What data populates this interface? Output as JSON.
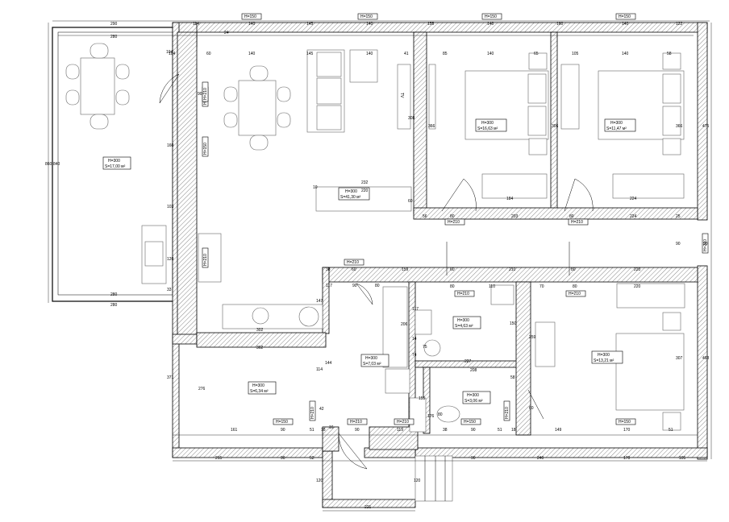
{
  "top_dims": {
    "outer": [
      "290",
      "114",
      "140",
      "145",
      "140",
      "155",
      "140",
      "160",
      "140",
      "122"
    ],
    "inner": [
      "280",
      "104",
      "60",
      "140",
      "145",
      "140",
      "41",
      "85",
      "140",
      "65",
      "105",
      "140",
      "58"
    ]
  },
  "window_tags": [
    "H=150",
    "H=150",
    "H=150",
    "H=150",
    "H=150",
    "H=150",
    "H=150",
    "H=150",
    "H=150"
  ],
  "door_tags": [
    "H=210",
    "H=210",
    "H=210",
    "H=210",
    "H=210",
    "H=210",
    "H=210",
    "H=210",
    "H=210",
    "H=210",
    "H=210",
    "H=210"
  ],
  "rooms": [
    {
      "h": "H=300",
      "s": "S=17,00 м²"
    },
    {
      "h": "H=300",
      "s": "S=41,30 м²"
    },
    {
      "h": "H=300",
      "s": "S=16,63 м²"
    },
    {
      "h": "H=300",
      "s": "S=11,47 м²"
    },
    {
      "h": "H=300",
      "s": "S=7,03 м²"
    },
    {
      "h": "H=300",
      "s": "S=4,63 м²"
    },
    {
      "h": "H=300",
      "s": "S=3,06 м²"
    },
    {
      "h": "H=300",
      "s": "S=6,34 м²"
    },
    {
      "h": "H=300",
      "s": "S=13,21 м²"
    }
  ],
  "left_dims": [
    "860",
    "840",
    "104",
    "90",
    "160",
    "103",
    "120",
    "33",
    "280",
    "280",
    "371",
    "276",
    "114",
    "144",
    "147"
  ],
  "right_dims": [
    "475",
    "366",
    "366",
    "468",
    "307",
    "90",
    "90"
  ],
  "mid_dims": [
    "232",
    "220",
    "10",
    "60",
    "184",
    "224",
    "56",
    "80",
    "203",
    "80",
    "224",
    "25",
    "308",
    "306"
  ],
  "bottom_dims": {
    "inner": [
      "161",
      "90",
      "51",
      "18",
      "90",
      "119",
      "38",
      "90",
      "51",
      "18",
      "149",
      "170",
      "51"
    ],
    "outer": [
      "215",
      "90",
      "52",
      "90",
      "240",
      "170",
      "105"
    ],
    "porch": [
      "120",
      "120",
      "221"
    ]
  },
  "lower_dims": [
    "38",
    "60",
    "159",
    "60",
    "210",
    "80",
    "220",
    "70",
    "80",
    "110",
    "80",
    "220",
    "302",
    "362",
    "117",
    "206",
    "117",
    "150",
    "227",
    "208",
    "259",
    "74",
    "75",
    "90",
    "80",
    "155",
    "176",
    "58",
    "60",
    "80",
    "42"
  ],
  "small_dims": [
    "24",
    "14",
    "16"
  ],
  "tv_label": "TV"
}
